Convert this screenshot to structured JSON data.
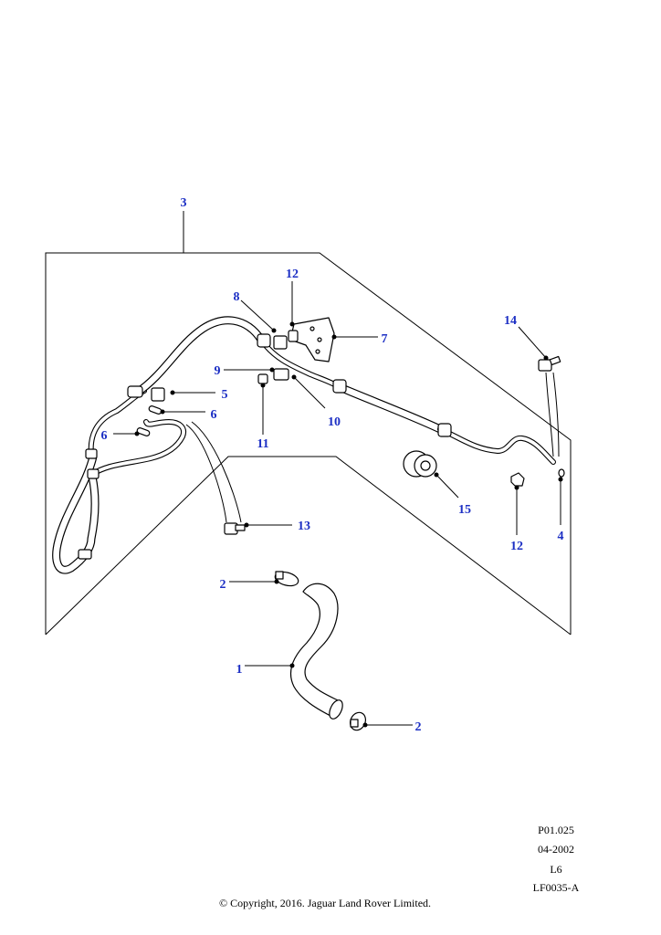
{
  "callouts": {
    "c1": "1",
    "c2a": "2",
    "c2b": "2",
    "c3": "3",
    "c4": "4",
    "c5": "5",
    "c6a": "6",
    "c6b": "6",
    "c7": "7",
    "c8": "8",
    "c9": "9",
    "c10": "10",
    "c11": "11",
    "c12a": "12",
    "c12b": "12",
    "c13": "13",
    "c14": "14",
    "c15": "15"
  },
  "reference": {
    "code": "P01.025",
    "date": "04-2002",
    "model": "L6",
    "figure": "LF0035-A"
  },
  "copyright": "© Copyright, 2016. Jaguar Land Rover Limited.",
  "colors": {
    "callout": "#1c2fc4",
    "line": "#000000",
    "background": "#ffffff"
  }
}
